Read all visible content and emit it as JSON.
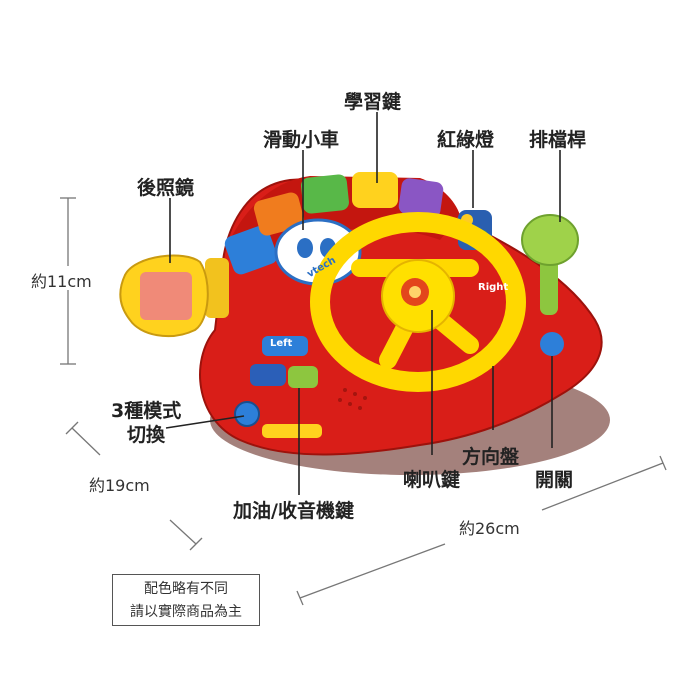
{
  "labels": {
    "learning_keys": "學習鍵",
    "sliding_car": "滑動小車",
    "traffic_light": "紅綠燈",
    "gear_lever": "排檔桿",
    "rear_mirror": "後照鏡",
    "mode_switch_line1": "3種模式",
    "mode_switch_line2": "切換",
    "steering_wheel": "方向盤",
    "horn_key": "喇叭鍵",
    "power_switch": "開關",
    "gas_sound_key": "加油/收音機鍵"
  },
  "dimensions": {
    "height": "約11cm",
    "depth": "約19cm",
    "width": "約26cm"
  },
  "note": {
    "line1": "配色略有不同",
    "line2": "請以實際商品為主"
  },
  "toy_text": {
    "left_button": "Left",
    "right_button": "Right",
    "brand": "vtech"
  }
}
